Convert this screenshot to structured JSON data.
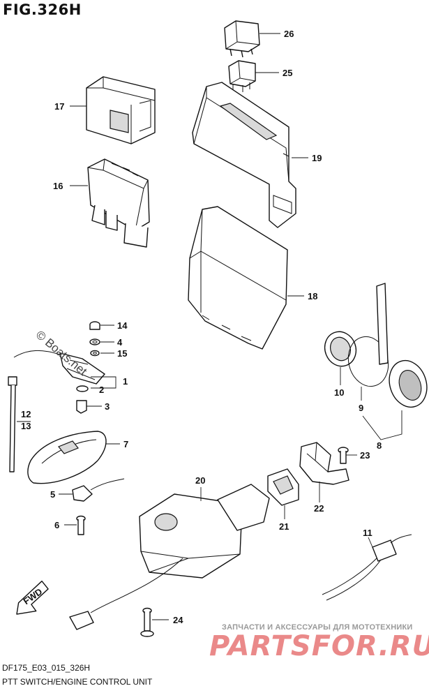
{
  "figure": {
    "title": "FIG.326H",
    "code": "DF175_E03_015_326H",
    "name": "PTT SWITCH/ENGINE CONTROL UNIT"
  },
  "watermarks": {
    "boats": "© Boats.net",
    "shop_line": "ЗАПЧАСТИ И АКСЕССУАРЫ ДЛЯ МОТОТЕХНИКИ",
    "brand": "PARTSFOR.RU"
  },
  "fwd_label": "FWD",
  "callouts": [
    "26",
    "25",
    "17",
    "19",
    "16",
    "18",
    "14",
    "4",
    "15",
    "1",
    "2",
    "3",
    "12",
    "13",
    "7",
    "5",
    "6",
    "10",
    "9",
    "8",
    "23",
    "20",
    "21",
    "22",
    "11",
    "24"
  ]
}
